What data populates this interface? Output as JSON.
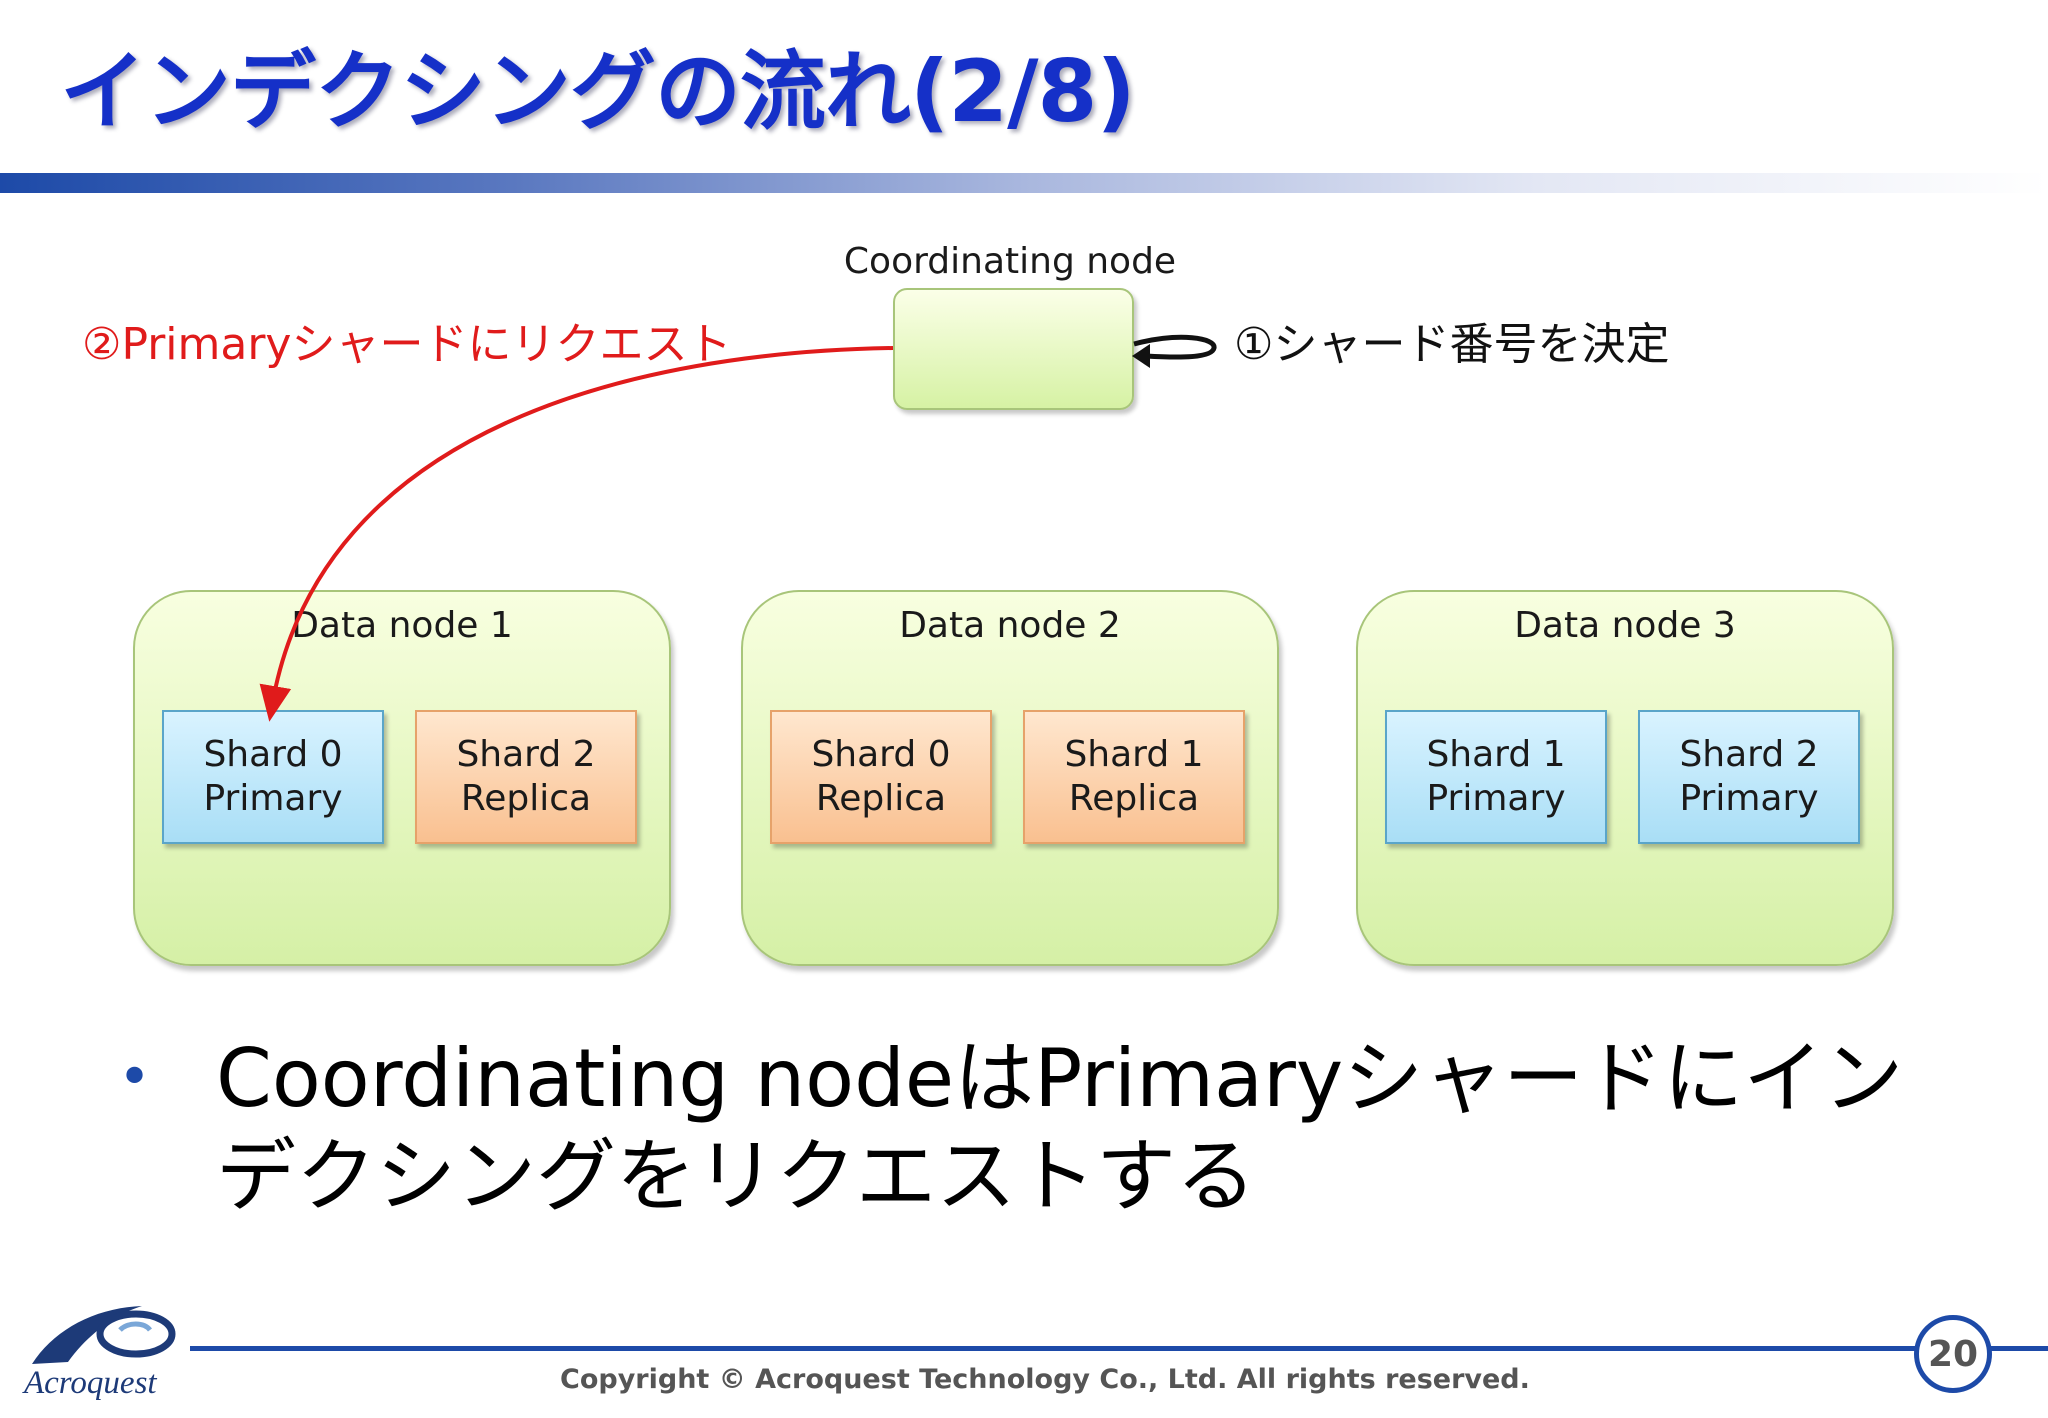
{
  "title": "インデクシングの流れ(2/8)",
  "diagram": {
    "coordinating_node": {
      "label": "Coordinating node"
    },
    "step1_label": "①シャード番号を決定",
    "step2_label": "②Primaryシャードにリクエスト",
    "data_nodes": [
      {
        "label": "Data node 1",
        "shards": [
          {
            "name": "Shard 0",
            "role": "Primary"
          },
          {
            "name": "Shard 2",
            "role": "Replica"
          }
        ]
      },
      {
        "label": "Data node 2",
        "shards": [
          {
            "name": "Shard 0",
            "role": "Replica"
          },
          {
            "name": "Shard 1",
            "role": "Replica"
          }
        ]
      },
      {
        "label": "Data node 3",
        "shards": [
          {
            "name": "Shard 1",
            "role": "Primary"
          },
          {
            "name": "Shard 2",
            "role": "Primary"
          }
        ]
      }
    ]
  },
  "bullet_text": "Coordinating nodeはPrimaryシャードにインデクシングをリクエストする",
  "footer": {
    "copyright": "Copyright © Acroquest Technology Co., Ltd. All rights reserved.",
    "page_number": "20",
    "logo_text": "Acroquest"
  },
  "colors": {
    "title": "#1530c8",
    "accent_blue": "#1d4aa8",
    "request_arrow": "#e01b1b",
    "node_fill": "#d6f2a4",
    "primary_fill": "#a9def6",
    "replica_fill": "#f9c090"
  }
}
